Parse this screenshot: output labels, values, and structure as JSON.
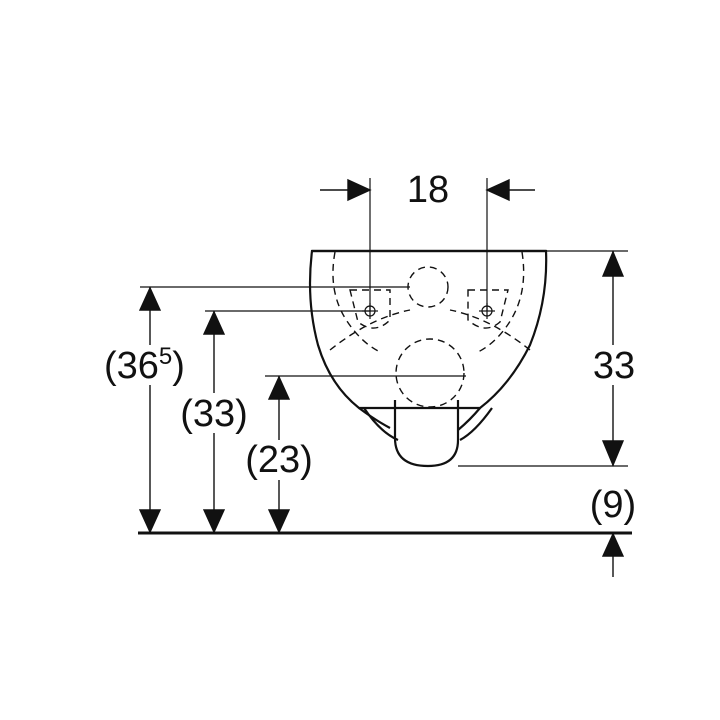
{
  "dimensions": {
    "top_width": "18",
    "right_height": "33",
    "floor_offset": "(9)",
    "left_total_prefix": "(36",
    "left_total_sup": "5",
    "left_total_suffix": ")",
    "left_mid": "(33)",
    "left_inner": "(23)"
  },
  "colors": {
    "line": "#111111",
    "background": "#ffffff"
  }
}
